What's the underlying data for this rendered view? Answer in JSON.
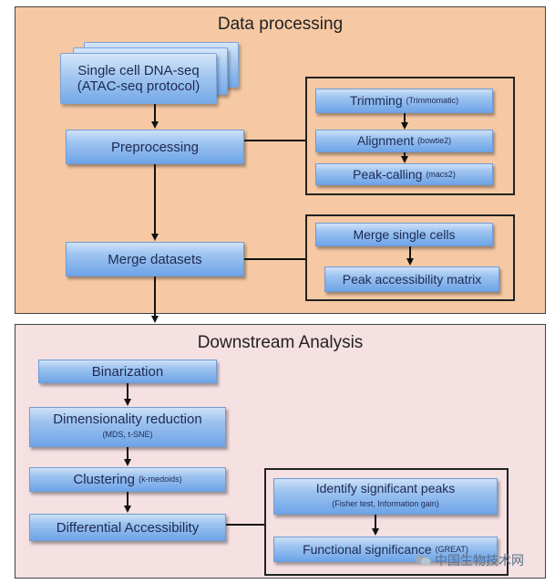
{
  "sections": {
    "top_title": "Data processing",
    "bottom_title": "Downstream Analysis"
  },
  "nodes": {
    "single_cell_line1": "Single cell DNA-seq",
    "single_cell_line2": "(ATAC-seq protocol)",
    "preprocessing": "Preprocessing",
    "merge_datasets": "Merge datasets",
    "trimming": "Trimming",
    "trimming_tool": "(Trimmomatic)",
    "alignment": "Alignment",
    "alignment_tool": "(bowtie2)",
    "peak_calling": "Peak-calling",
    "peak_calling_tool": "(macs2)",
    "merge_single_cells": "Merge single cells",
    "peak_matrix": "Peak accessibility matrix",
    "binarization": "Binarization",
    "dim_reduction": "Dimensionality reduction",
    "dim_reduction_methods": "(MDS, t-SNE)",
    "clustering": "Clustering",
    "clustering_method": "(k-medoids)",
    "diff_access": "Differential Accessibility",
    "identify_peaks": "Identify significant peaks",
    "identify_peaks_methods": "(Fisher test, Information gain)",
    "functional_sig": "Functional significance",
    "functional_sig_tool": "(GREAT)"
  },
  "watermark": "中国生物技术网",
  "colors": {
    "top_panel": "#f6c9a4",
    "bottom_panel": "#f5e0e2",
    "box_blue": "#6ea4e8",
    "text": "#1e2a52"
  }
}
